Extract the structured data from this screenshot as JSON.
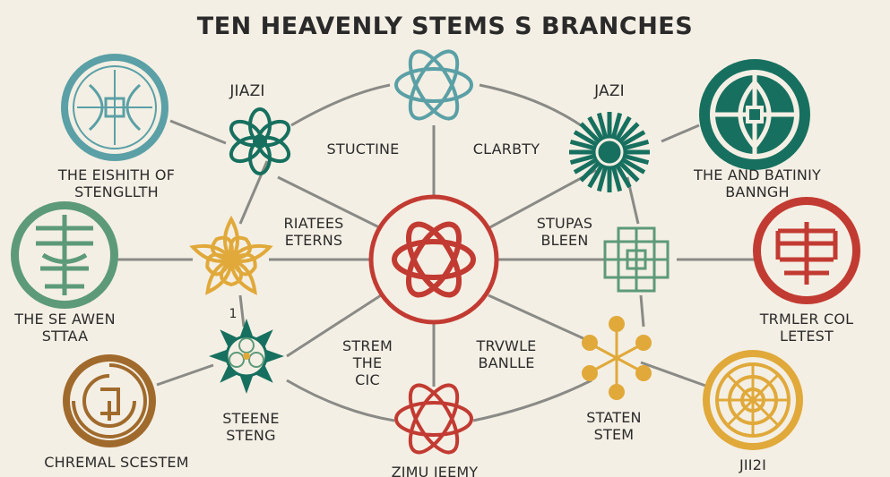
{
  "title": "TEN HEAVENLY STEMS S BRANCHES",
  "labels": {
    "top_left_node": "JIAZI",
    "top_right_node": "JAZI",
    "inner_top_left": "STUCTINE",
    "inner_top_right": "CLARBTY",
    "inner_mid_left": "RIATEES\nETERNS",
    "inner_mid_right": "STUPAS\nBLEEN",
    "inner_low_left": "STREM\nTHE\nCIC",
    "inner_low_right": "TRVWLE\nBANLLE",
    "left_1": "THE EISHITH OF\nSTENGLLTH",
    "left_2": "THE SE AWEN\nSTTAA",
    "left_3": "CHREMAL SCESTEM",
    "right_1": "THE AND BATINIY\nBANNGH",
    "right_2": "TRMLER COL\nLETEST",
    "right_3": "JII2I",
    "node_lower_left": "STEENE\nSTENG",
    "node_lower_right": "STATEN\nSTEM",
    "node_bottom": "ZIMU JEEMY",
    "mini_mark": "1"
  },
  "colors": {
    "background": "#f4efe4",
    "teal": "#2e7d86",
    "light_teal": "#5aa0a6",
    "green": "#5d9a7a",
    "dark_green": "#17705f",
    "red": "#c23b32",
    "gold": "#e0a93a",
    "brown": "#a06a2c",
    "line": "#8a8a86"
  }
}
